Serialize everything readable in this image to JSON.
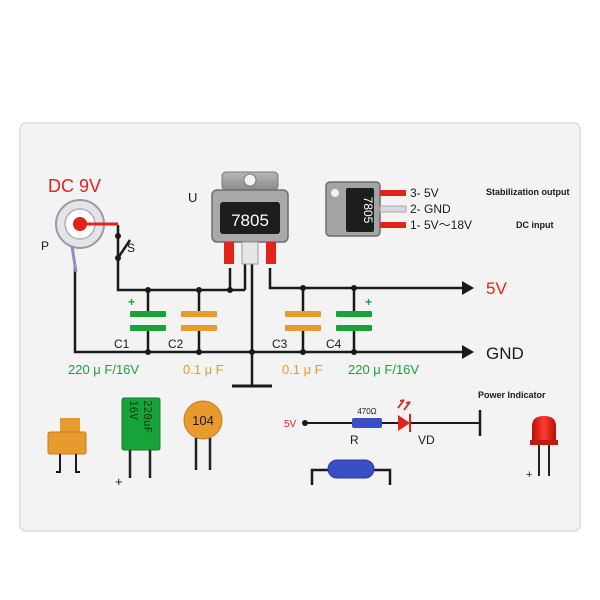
{
  "colors": {
    "board": "#f3f3f3",
    "wire": "#1a1a1a",
    "red": "#e2231a",
    "green": "#18a33a",
    "orange": "#e89a2c",
    "blue_resistor": "#3b4fc4",
    "lead": "#222222"
  },
  "labels": {
    "dc_input": "DC 9V",
    "jack": "P",
    "switch": "S",
    "regulator": "U",
    "chip_front": "7805",
    "chip_side": "7805",
    "rail_5v": "5V",
    "rail_gnd": "GND",
    "c1": "C1",
    "c2": "C2",
    "c3": "C3",
    "c4": "C4",
    "c1_value": "220 μ F/16V",
    "c2_value": "0.1 μ F",
    "c3_value": "0.1 μ F",
    "c4_value": "220 μ F/16V",
    "plus": "+",
    "pin3": "3- 5V",
    "pin2": "2- GND",
    "pin1": "1- 5V～18V",
    "stab_output": "Stabilization output",
    "dc_in_label": "DC input",
    "power_indicator": "Power Indicator",
    "led_5v": "5V",
    "resistor_value": "470Ω",
    "resistor": "R",
    "led": "VD",
    "elec_cap_text_1": "220uF",
    "elec_cap_text_2": "16V",
    "ceramic_code": "104",
    "elec_plus": "+",
    "led_plus": "+"
  }
}
